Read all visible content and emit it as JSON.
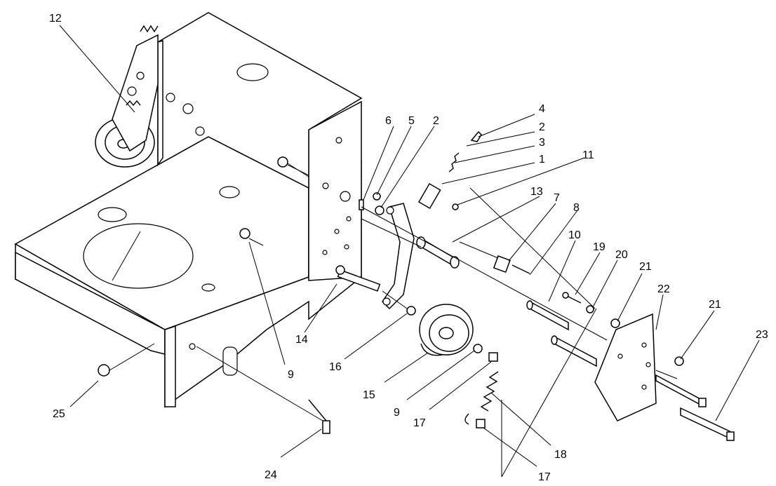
{
  "callouts": {
    "c1": "1",
    "c2a": "2",
    "c2b": "2",
    "c3": "3",
    "c4": "4",
    "c5": "5",
    "c6": "6",
    "c7": "7",
    "c8": "8",
    "c9a": "9",
    "c9b": "9",
    "c10": "10",
    "c11": "11",
    "c12": "12",
    "c13": "13",
    "c14": "14",
    "c15": "15",
    "c16": "16",
    "c17a": "17",
    "c17b": "17",
    "c18": "18",
    "c19": "19",
    "c20": "20",
    "c21a": "21",
    "c21b": "21",
    "c22": "22",
    "c23": "23",
    "c24": "24",
    "c25": "25"
  }
}
